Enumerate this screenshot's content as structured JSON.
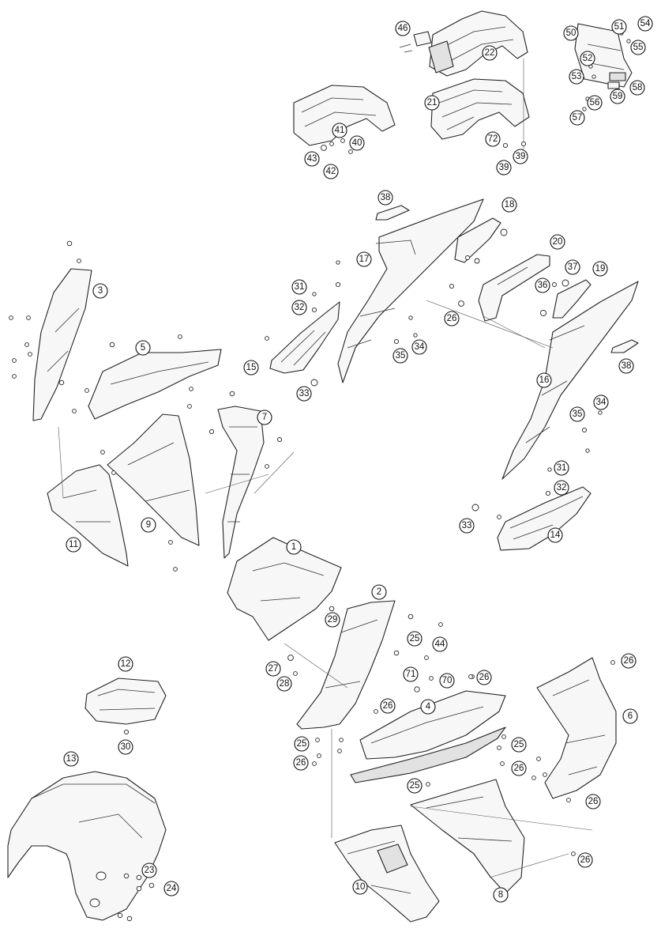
{
  "diagram": {
    "callouts": [
      {
        "key": "c46",
        "label": "46"
      },
      {
        "key": "c22",
        "label": "22"
      },
      {
        "key": "c21",
        "label": "21"
      },
      {
        "key": "c72",
        "label": "72"
      },
      {
        "key": "c39a",
        "label": "39"
      },
      {
        "key": "c39b",
        "label": "39"
      },
      {
        "key": "c41",
        "label": "41"
      },
      {
        "key": "c40",
        "label": "40"
      },
      {
        "key": "c43",
        "label": "43"
      },
      {
        "key": "c42",
        "label": "42"
      },
      {
        "key": "c50",
        "label": "50"
      },
      {
        "key": "c51",
        "label": "51"
      },
      {
        "key": "c54",
        "label": "54"
      },
      {
        "key": "c55",
        "label": "55"
      },
      {
        "key": "c52",
        "label": "52"
      },
      {
        "key": "c53",
        "label": "53"
      },
      {
        "key": "c58",
        "label": "58"
      },
      {
        "key": "c59",
        "label": "59"
      },
      {
        "key": "c56",
        "label": "56"
      },
      {
        "key": "c57",
        "label": "57"
      },
      {
        "key": "c38a",
        "label": "38"
      },
      {
        "key": "c18",
        "label": "18"
      },
      {
        "key": "c17",
        "label": "17"
      },
      {
        "key": "c20",
        "label": "20"
      },
      {
        "key": "c37",
        "label": "37"
      },
      {
        "key": "c19",
        "label": "19"
      },
      {
        "key": "c36",
        "label": "36"
      },
      {
        "key": "c31a",
        "label": "31"
      },
      {
        "key": "c32a",
        "label": "32"
      },
      {
        "key": "c26a",
        "label": "26"
      },
      {
        "key": "c15",
        "label": "15"
      },
      {
        "key": "c34a",
        "label": "34"
      },
      {
        "key": "c35a",
        "label": "35"
      },
      {
        "key": "c33a",
        "label": "33"
      },
      {
        "key": "c38b",
        "label": "38"
      },
      {
        "key": "c16",
        "label": "16"
      },
      {
        "key": "c34b",
        "label": "34"
      },
      {
        "key": "c35b",
        "label": "35"
      },
      {
        "key": "c31b",
        "label": "31"
      },
      {
        "key": "c32b",
        "label": "32"
      },
      {
        "key": "c33b",
        "label": "33"
      },
      {
        "key": "c14",
        "label": "14"
      },
      {
        "key": "c3",
        "label": "3"
      },
      {
        "key": "c5",
        "label": "5"
      },
      {
        "key": "c7",
        "label": "7"
      },
      {
        "key": "c9",
        "label": "9"
      },
      {
        "key": "c11",
        "label": "11"
      },
      {
        "key": "c1",
        "label": "1"
      },
      {
        "key": "c2",
        "label": "2"
      },
      {
        "key": "c29",
        "label": "29"
      },
      {
        "key": "c25a",
        "label": "25"
      },
      {
        "key": "c44",
        "label": "44"
      },
      {
        "key": "c27",
        "label": "27"
      },
      {
        "key": "c28",
        "label": "28"
      },
      {
        "key": "c71",
        "label": "71"
      },
      {
        "key": "c70",
        "label": "70"
      },
      {
        "key": "c26b",
        "label": "26"
      },
      {
        "key": "c26c",
        "label": "26"
      },
      {
        "key": "c4",
        "label": "4"
      },
      {
        "key": "c26d",
        "label": "26"
      },
      {
        "key": "c6",
        "label": "6"
      },
      {
        "key": "c25b",
        "label": "25"
      },
      {
        "key": "c26e",
        "label": "26"
      },
      {
        "key": "c25c",
        "label": "25"
      },
      {
        "key": "c26f",
        "label": "26"
      },
      {
        "key": "c25d",
        "label": "25"
      },
      {
        "key": "c26g",
        "label": "26"
      },
      {
        "key": "c26h",
        "label": "26"
      },
      {
        "key": "c12",
        "label": "12"
      },
      {
        "key": "c30",
        "label": "30"
      },
      {
        "key": "c13",
        "label": "13"
      },
      {
        "key": "c23",
        "label": "23"
      },
      {
        "key": "c24",
        "label": "24"
      },
      {
        "key": "c10",
        "label": "10"
      },
      {
        "key": "c8",
        "label": "8"
      }
    ]
  }
}
